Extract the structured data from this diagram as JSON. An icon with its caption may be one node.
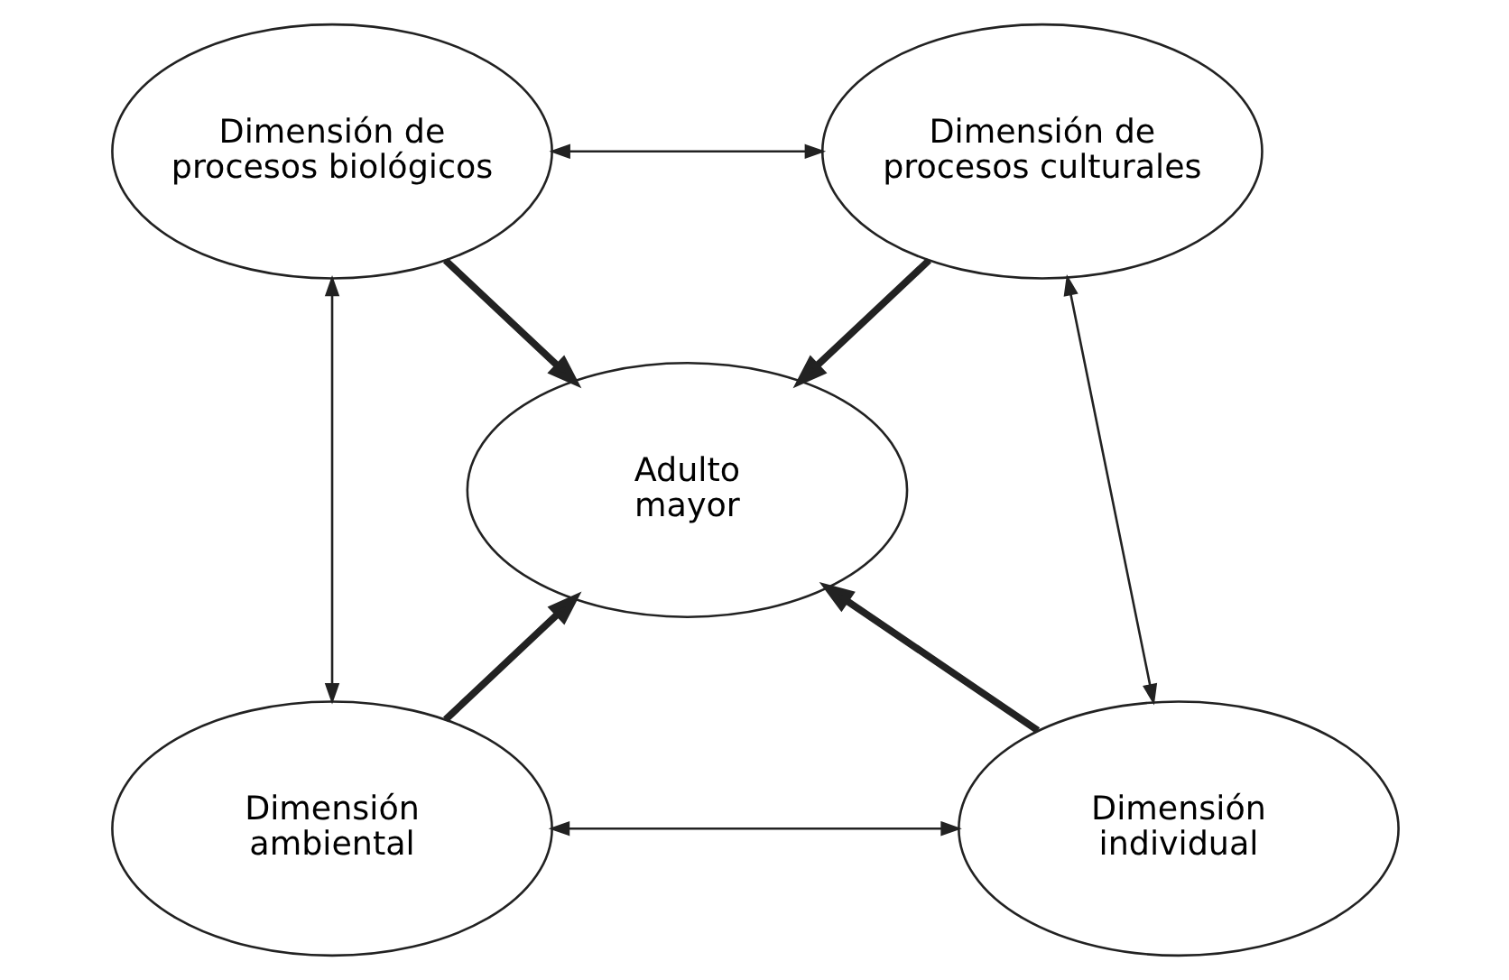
{
  "diagram": {
    "nodes": [
      {
        "text": [
          "Dimensión de procesos biológicos"
        ]
      },
      {
        "text": [
          "Dimensión de procesos culturales"
        ]
      },
      {
        "text": [
          "Adulto mayor"
        ]
      },
      {
        "text": [
          "Dimensión ambiental"
        ]
      },
      {
        "text": [
          "Dimensión individual"
        ]
      }
    ],
    "edges": [
      {
        "from": 0,
        "to": 1,
        "arrow": "both"
      },
      {
        "from": 0,
        "to": 2,
        "arrow": "to",
        "style": "thick"
      },
      {
        "from": 1,
        "to": 2,
        "arrow": "to",
        "style": "thick"
      },
      {
        "from": 0,
        "to": 3,
        "arrow": "both"
      },
      {
        "from": 1,
        "to": 4,
        "arrow": "both"
      },
      {
        "from": 3,
        "to": 2,
        "arrow": "to",
        "style": "thick"
      },
      {
        "from": 4,
        "to": 2,
        "arrow": "to",
        "style": "thick"
      },
      {
        "from": 3,
        "to": 4,
        "arrow": "both"
      }
    ]
  }
}
